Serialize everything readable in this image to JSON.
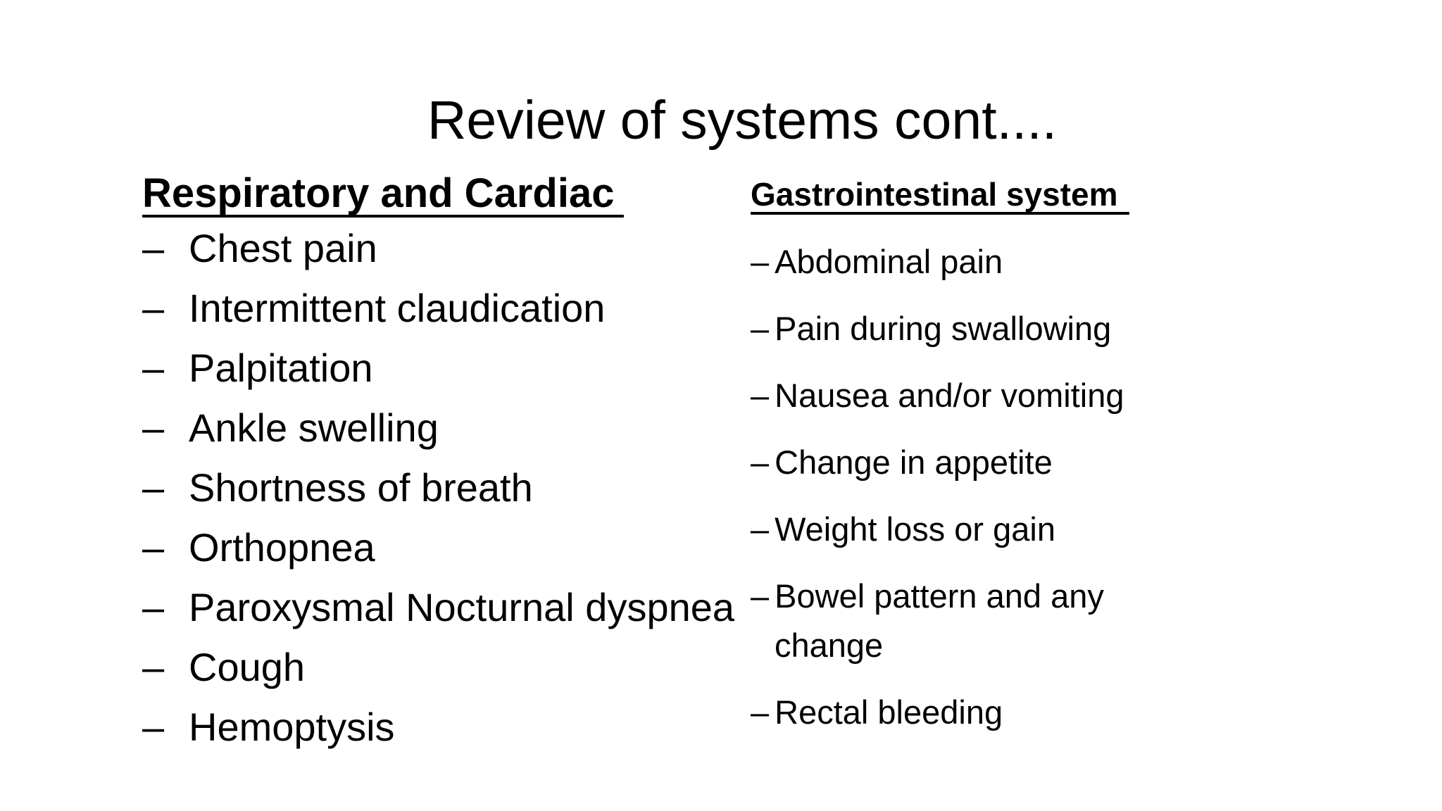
{
  "slide": {
    "title": "Review of systems cont....",
    "left_column": {
      "header": "Respiratory and Cardiac",
      "bullet": "–",
      "items": [
        "Chest pain",
        "Intermittent claudication",
        "Palpitation",
        "Ankle swelling",
        "Shortness of breath",
        "Orthopnea",
        "Paroxysmal Nocturnal dyspnea",
        "Cough",
        "Hemoptysis"
      ]
    },
    "right_column": {
      "header": "Gastrointestinal system",
      "bullet": "–",
      "items": [
        "Abdominal pain",
        "Pain during swallowing",
        "Nausea and/or vomiting",
        "Change in appetite",
        "Weight loss or gain",
        "Bowel pattern and any change",
        "Rectal bleeding"
      ]
    },
    "colors": {
      "background": "#ffffff",
      "text": "#000000"
    }
  }
}
